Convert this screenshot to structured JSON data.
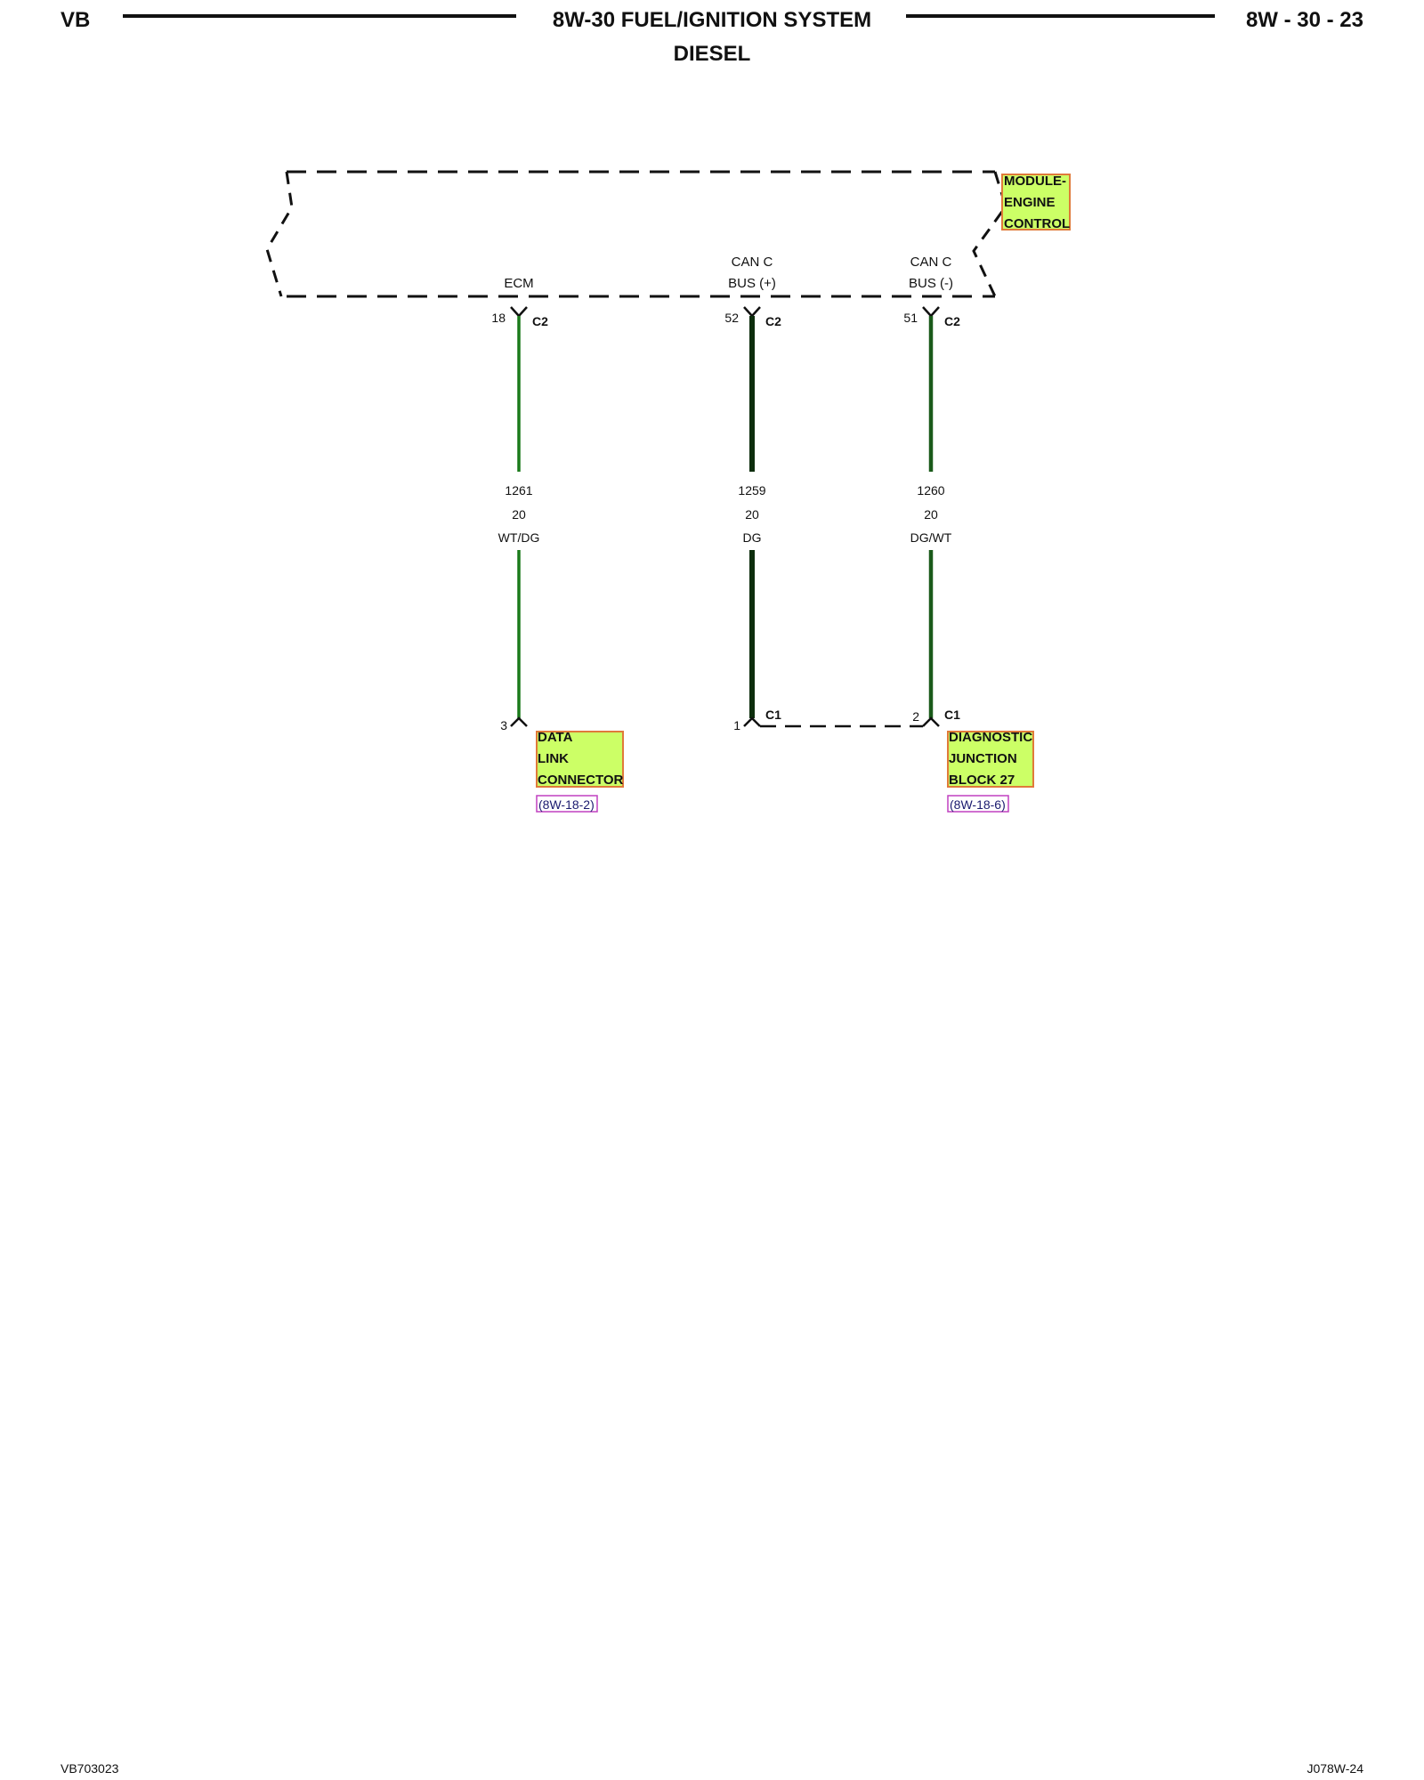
{
  "header": {
    "left": "VB",
    "title": "8W-30 FUEL/IGNITION SYSTEM",
    "subtitle": "DIESEL",
    "page": "8W - 30 - 23"
  },
  "module": {
    "lines": [
      "MODULE-",
      "ENGINE",
      "CONTROL"
    ],
    "signal_labels": {
      "ecm": "ECM",
      "can_plus_line1": "CAN C",
      "can_plus_line2": "BUS (+)",
      "can_minus_line1": "CAN C",
      "can_minus_line2": "BUS (-)"
    }
  },
  "wires": [
    {
      "top_pin": "18",
      "top_connector": "C2",
      "circuit": "1261",
      "gauge": "20",
      "color_code": "WT/DG",
      "bottom_pin": "3"
    },
    {
      "top_pin": "52",
      "top_connector": "C2",
      "circuit": "1259",
      "gauge": "20",
      "color_code": "DG",
      "bottom_pin": "1",
      "bottom_connector": "C1"
    },
    {
      "top_pin": "51",
      "top_connector": "C2",
      "circuit": "1260",
      "gauge": "20",
      "color_code": "DG/WT",
      "bottom_pin": "2",
      "bottom_connector": "C1"
    }
  ],
  "components": {
    "data_link": {
      "lines": [
        "DATA",
        "LINK",
        "CONNECTOR"
      ],
      "ref": "(8W-18-2)"
    },
    "diag_block": {
      "lines": [
        "DIAGNOSTIC",
        "JUNCTION",
        "BLOCK 27"
      ],
      "ref": "(8W-18-6)"
    }
  },
  "footer": {
    "left": "VB703023",
    "right": "J078W-24"
  },
  "colors": {
    "wire_green": "#1a7a1a",
    "wire_dark": "#0d2e0d",
    "box_fill": "#ccff66",
    "box_border": "#e07a3a",
    "ref_border": "#c040c0"
  }
}
